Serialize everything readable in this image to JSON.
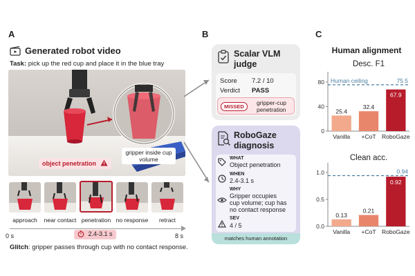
{
  "panel_a": {
    "letter": "A",
    "title": "Generated robot video",
    "task_label": "Task:",
    "task_text": "pick up the red cup and place it in the blue tray",
    "callout_label": "gripper inside cup volume",
    "penetration_label": "object penetration",
    "frames": [
      {
        "label": "approach"
      },
      {
        "label": "near contact"
      },
      {
        "label": "penetration"
      },
      {
        "label": "no response"
      },
      {
        "label": "retract"
      }
    ],
    "timeline_start": "0 s",
    "timeline_end": "8 s",
    "time_window": "2.4-3.1 s",
    "glitch_label": "Glitch",
    "glitch_text": ": gripper passes through cup with no contact response."
  },
  "panel_b": {
    "letter": "B",
    "scalar": {
      "title_line1": "Scalar VLM",
      "title_line2": "judge",
      "score_label": "Score",
      "score_value": "7.2 / 10",
      "verdict_label": "Verdict",
      "verdict_value": "PASS",
      "missed_badge": "MISSED",
      "missed_text_line1": "gripper-cup",
      "missed_text_line2": "penetration"
    },
    "robogaze": {
      "title_line1": "RoboGaze",
      "title_line2": "diagnosis",
      "what_label": "WHAT",
      "what_value": "Object penetration",
      "when_label": "WHEN",
      "when_value": "2.4-3.1 s",
      "why_label": "WHY",
      "why_line1": "Gripper occupies",
      "why_line2": "cup volume; cup has",
      "why_line3": "no contact response",
      "sev_label": "SEV",
      "sev_value": "4 / 5",
      "footer": "matches human annotation"
    }
  },
  "panel_c": {
    "letter": "C",
    "title": "Human alignment",
    "colors": {
      "vanilla": "#f2a98c",
      "cot": "#e8866b",
      "robogaze": "#b71c2b",
      "ceiling": "#4a7ea0"
    },
    "chart_data": [
      {
        "type": "bar",
        "title": "Desc. F1",
        "categories": [
          "Vanilla",
          "+CoT",
          "RoboGaze"
        ],
        "values": [
          25.4,
          32.4,
          67.9
        ],
        "value_labels": [
          "25.4",
          "32.4",
          "67.9"
        ],
        "ylim": [
          0,
          90
        ],
        "yticks": [
          "0",
          "40",
          "80"
        ],
        "reference_line": {
          "label": "Human ceiling",
          "value": 75.5,
          "value_label": "75.5"
        }
      },
      {
        "type": "bar",
        "title": "Clean acc.",
        "categories": [
          "Vanilla",
          "+CoT",
          "RoboGaze"
        ],
        "values": [
          0.13,
          0.21,
          0.92
        ],
        "value_labels": [
          "0.13",
          "0.21",
          "0.92"
        ],
        "ylim": [
          0,
          1.1
        ],
        "yticks": [
          "0.0",
          "0.5",
          "1.0"
        ],
        "reference_line": {
          "value": 0.94,
          "value_label": "0.94"
        }
      }
    ]
  }
}
